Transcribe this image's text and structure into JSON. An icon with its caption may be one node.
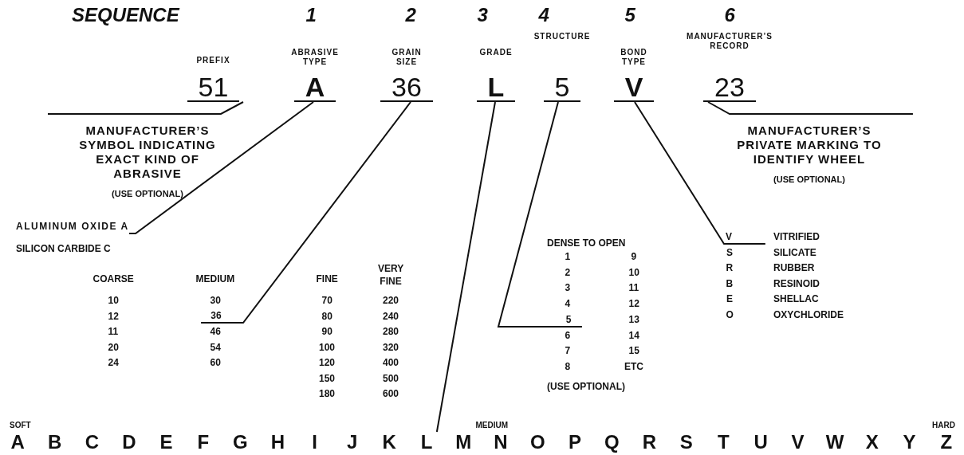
{
  "diagram": {
    "nodes": [
      {
        "text": [
          "PREFIX",
          "51"
        ]
      },
      {
        "text": [
          "ABRASIVE TYPE",
          "A"
        ]
      },
      {
        "text": [
          "GRAIN SIZE",
          "36"
        ]
      },
      {
        "text": [
          "GRADE",
          "L"
        ]
      },
      {
        "text": [
          "STRUCTURE",
          "5"
        ]
      },
      {
        "text": [
          "BOND TYPE",
          "V"
        ]
      },
      {
        "text": [
          "MANUFACTURER’S RECORD",
          "23"
        ]
      },
      {
        "text": [
          "MANUFACTURER’S SYMBOL INDICATING EXACT KIND OF ABRASIVE",
          "(USE OPTIONAL)"
        ]
      },
      {
        "text": [
          "MANUFACTURER’S PRIVATE MARKING TO IDENTIFY WHEEL",
          "(USE OPTIONAL)"
        ]
      },
      {
        "text": [
          "ALUMINUM OXIDE A"
        ]
      },
      {
        "text": [
          "36"
        ]
      },
      {
        "text": [
          "5"
        ]
      },
      {
        "text": [
          "V"
        ]
      },
      {
        "text": [
          "L"
        ]
      }
    ],
    "edges": [
      {
        "from": 0,
        "to": 7,
        "arrow": "none"
      },
      {
        "from": 1,
        "to": 9,
        "arrow": "none"
      },
      {
        "from": 2,
        "to": 10,
        "arrow": "none"
      },
      {
        "from": 3,
        "to": 13,
        "arrow": "none"
      },
      {
        "from": 4,
        "to": 11,
        "arrow": "none"
      },
      {
        "from": 5,
        "to": 12,
        "arrow": "none"
      },
      {
        "from": 6,
        "to": 8,
        "arrow": "none"
      }
    ],
    "labels": [
      "SEQUENCE",
      "1",
      "2",
      "3",
      "4",
      "5",
      "6",
      "SILICON CARBIDE C",
      "COARSE",
      "MEDIUM",
      "FINE",
      "VERY FINE",
      "10",
      "30",
      "70",
      "220",
      "12",
      "80",
      "240",
      "11",
      "46",
      "90",
      "280",
      "20",
      "54",
      "100",
      "320",
      "24",
      "60",
      "120",
      "400",
      "150",
      "500",
      "180",
      "600",
      "DENSE TO OPEN",
      "1",
      "9",
      "2",
      "10",
      "3",
      "11",
      "4",
      "12",
      "13",
      "6",
      "14",
      "7",
      "15",
      "8",
      "ETC",
      "(USE OPTIONAL)",
      "VITRIFIED",
      "S",
      "SILICATE",
      "R",
      "RUBBER",
      "B",
      "RESINOID",
      "E",
      "SHELLAC",
      "O",
      "OXYCHLORIDE",
      "SOFT",
      "MEDIUM",
      "HARD",
      "A",
      "B",
      "C",
      "D",
      "E",
      "F",
      "G",
      "H",
      "I",
      "J",
      "K",
      "M",
      "N",
      "O",
      "P",
      "Q",
      "R",
      "S",
      "T",
      "U",
      "V",
      "W",
      "X",
      "Y",
      "Z"
    ]
  }
}
